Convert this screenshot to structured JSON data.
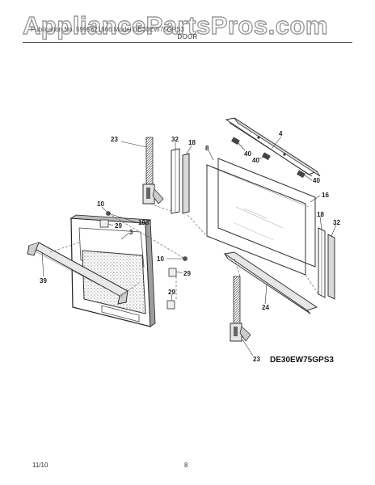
{
  "header": {
    "watermark": "AppliancePartsPros.com",
    "publication_line": "Publication No. 5995521866 Model DE30EW75GPS3",
    "section_title": "DOOR"
  },
  "callouts": {
    "c4": "4",
    "c40a": "40",
    "c40b": "40",
    "c16": "16",
    "c18a": "18",
    "c18b": "18",
    "c32a": "32",
    "c32b": "32",
    "c8": "8",
    "c23a": "23",
    "c23b": "23",
    "c10a": "10",
    "c10b": "10",
    "c29a": "29",
    "c29b": "29",
    "c29c": "29",
    "c193": "193",
    "c3": "3",
    "c39": "39",
    "c24": "24"
  },
  "model_id": "DE30EW75GPS3",
  "footer": {
    "date": "11/10",
    "page": "8"
  }
}
